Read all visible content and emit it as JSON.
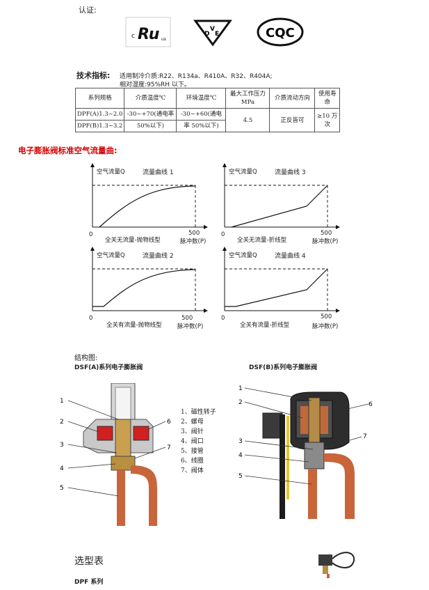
{
  "cert": {
    "label": "认证:"
  },
  "tech": {
    "title": "技术指标:",
    "line1": "适用制冷介质:R22、R134a、R410A、R32、R404A;",
    "line2": "相对湿度:95%RH 以下。",
    "table": {
      "headers": [
        "系列规格",
        "介质温度℃",
        "环境温度℃",
        "最大工作压力MPa",
        "介质流动方向",
        "使用寿命"
      ],
      "rows": [
        [
          "DPF(A)1.3~2.0",
          "-30~+70(通电率",
          "-30~+60(通电",
          "4.5",
          "正反皆可",
          "≥10 万次"
        ],
        [
          "DPF(B)1.3~3.2",
          "50%以下)",
          "率 50%以下)"
        ]
      ]
    }
  },
  "curve_title": "电子膨胀阀标准空气流量曲:",
  "chart_data": [
    {
      "type": "line",
      "title": "流量曲线 1",
      "ylabel": "空气流量Q",
      "xlabel": "脉冲数(P)",
      "caption": "全关无流量-抛物线型",
      "x_origin": "0",
      "x_end": "500",
      "shape": "parabolic-no-leak"
    },
    {
      "type": "line",
      "title": "流量曲线 3",
      "ylabel": "空气流量Q",
      "xlabel": "脉冲数(P)",
      "caption": "全关无流量-折线型",
      "x_origin": "0",
      "x_end": "500",
      "shape": "polyline-no-leak"
    },
    {
      "type": "line",
      "title": "流量曲线 2",
      "ylabel": "空气流量Q",
      "xlabel": "脉冲数(P)",
      "caption": "全关有流量-抛物线型",
      "x_origin": "0",
      "x_end": "500",
      "shape": "parabolic-leak"
    },
    {
      "type": "line",
      "title": "流量曲线 4",
      "ylabel": "空气流量Q",
      "xlabel": "脉冲数(P)",
      "caption": "全关有流量-折线型",
      "x_origin": "0",
      "x_end": "500",
      "shape": "polyline-leak"
    }
  ],
  "structure": {
    "title": "结构图:",
    "a_title": "DSF(A)系列电子膨胀阀",
    "b_title": "DSF(B)系列电子膨胀阀",
    "legend": [
      "1、磁性转子",
      "2、螺母",
      "3、阀针",
      "4、阀口",
      "5、接管",
      "6、线圈",
      "7、阀体"
    ],
    "nums": [
      "1",
      "2",
      "3",
      "4",
      "5",
      "6",
      "7"
    ]
  },
  "selection": {
    "title": "选型表",
    "series": "DPF 系列"
  }
}
